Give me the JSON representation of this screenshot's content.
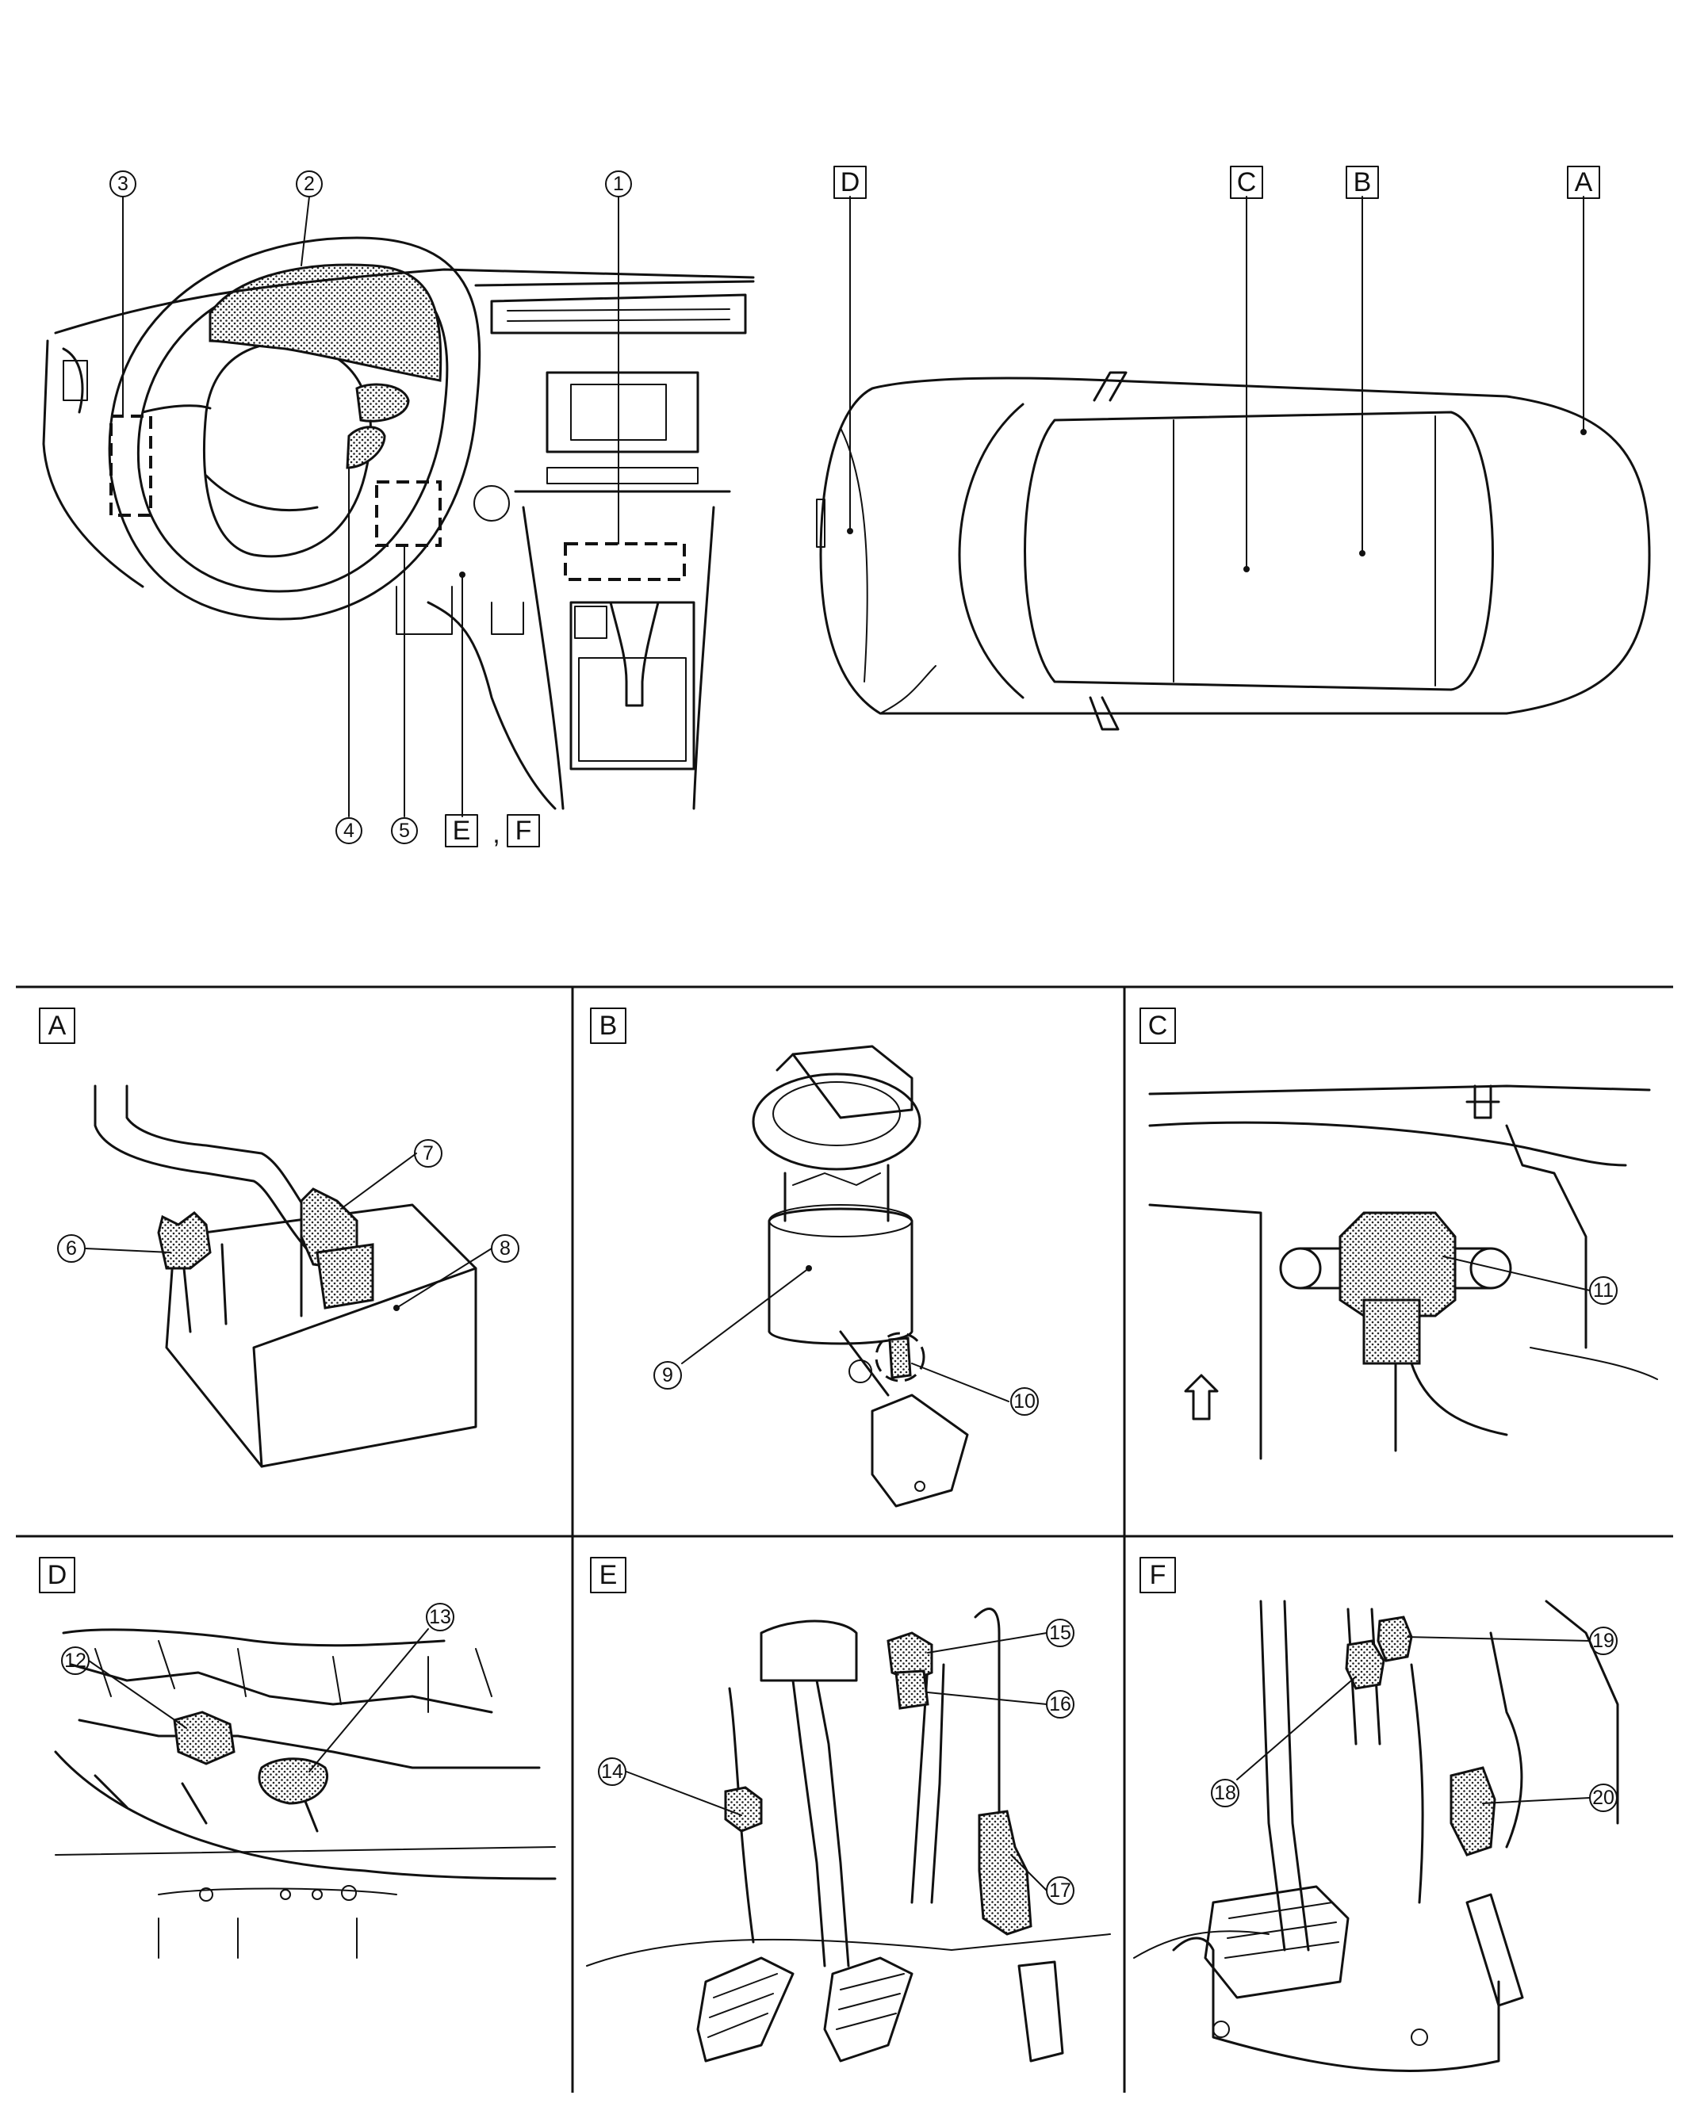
{
  "overview": {
    "dash_callouts": [
      "1",
      "2",
      "3",
      "4",
      "5"
    ],
    "dash_boxes": [
      "E",
      "F"
    ],
    "dash_box_separator": ",",
    "car_boxes": [
      "D",
      "C",
      "B",
      "A"
    ]
  },
  "panels": {
    "A": {
      "label": "A",
      "callouts": [
        "6",
        "7",
        "8"
      ]
    },
    "B": {
      "label": "B",
      "callouts": [
        "9",
        "10"
      ]
    },
    "C": {
      "label": "C",
      "callouts": [
        "11"
      ]
    },
    "D": {
      "label": "D",
      "callouts": [
        "12",
        "13"
      ]
    },
    "E": {
      "label": "E",
      "callouts": [
        "14",
        "15",
        "16",
        "17"
      ]
    },
    "F": {
      "label": "F",
      "callouts": [
        "18",
        "19",
        "20"
      ]
    }
  }
}
